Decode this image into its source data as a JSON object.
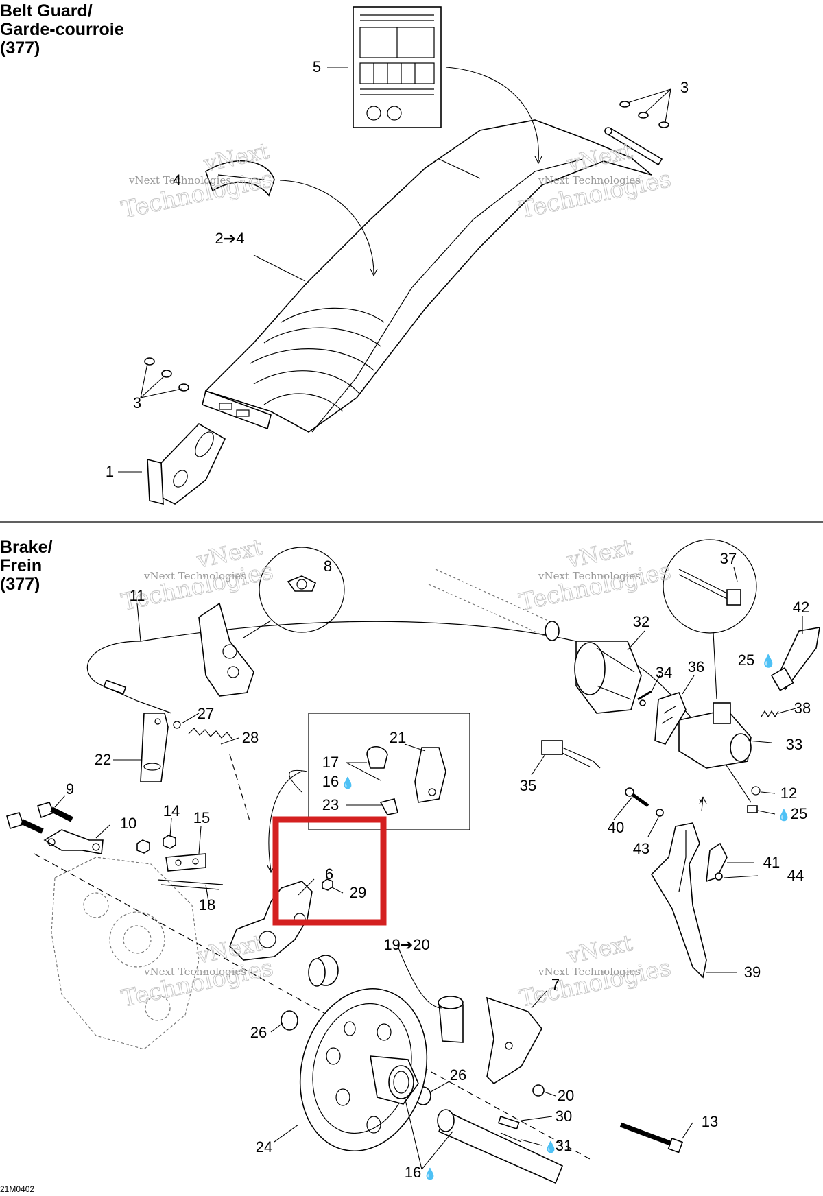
{
  "sections": {
    "belt_guard": {
      "title_lines": [
        "Belt Guard/",
        "Garde-courroie",
        "(377)"
      ]
    },
    "brake": {
      "title_lines": [
        "Brake/",
        "Frein",
        "(377)"
      ]
    }
  },
  "callouts": {
    "belt_guard": [
      "5",
      "3",
      "4",
      "2➔4",
      "3",
      "1"
    ],
    "brake": [
      "8",
      "37",
      "42",
      "11",
      "32",
      "25",
      "34",
      "36",
      "27",
      "28",
      "21",
      "38",
      "33",
      "22",
      "17",
      "16",
      "35",
      "23",
      "12",
      "9",
      "25",
      "14",
      "15",
      "10",
      "40",
      "43",
      "41",
      "44",
      "6",
      "29",
      "18",
      "19➔20",
      "39",
      "26",
      "7",
      "26",
      "20",
      "30",
      "13",
      "24",
      "31",
      "16"
    ]
  },
  "watermark": {
    "line1": "vNext",
    "line2": "Technologies",
    "small": "vNext Technologies"
  },
  "highlight": {
    "color": "#d42020"
  },
  "drawing_code": "21M0402"
}
